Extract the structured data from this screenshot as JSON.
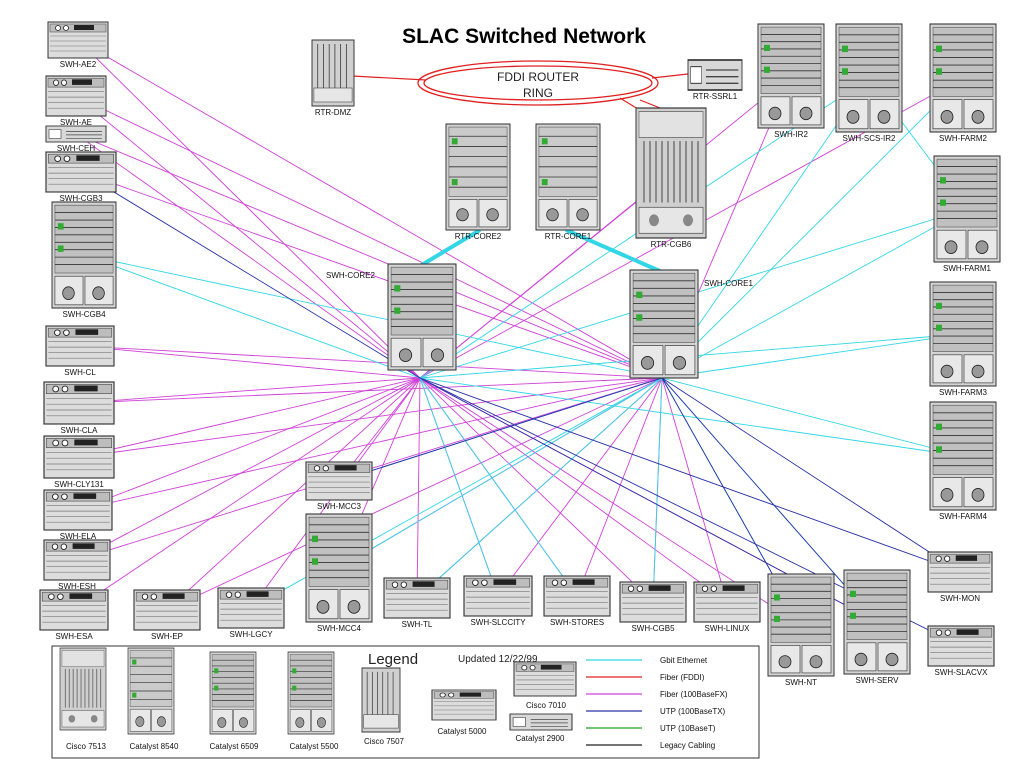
{
  "title": "SLAC Switched Network",
  "ring": {
    "line1": "FDDI ROUTER",
    "line2": "RING"
  },
  "colors": {
    "gbit": "#33d6e6",
    "fddi": "#e02020",
    "fiber_fx": "#d040d8",
    "utp_tx": "#2830a8",
    "utp_t": "#20a020",
    "legacy": "#222222"
  },
  "devices": [
    {
      "id": "swh-ae2",
      "label": "SWH-AE2",
      "kind": "cat5000"
    },
    {
      "id": "swh-ae",
      "label": "SWH-AE",
      "kind": "cat5000"
    },
    {
      "id": "swh-ceh",
      "label": "SWH-CEH",
      "kind": "cat2900"
    },
    {
      "id": "swh-cgb3",
      "label": "SWH-CGB3",
      "kind": "cat5000"
    },
    {
      "id": "swh-cgb4",
      "label": "SWH-CGB4",
      "kind": "cat6509"
    },
    {
      "id": "swh-cl",
      "label": "SWH-CL",
      "kind": "cat5000"
    },
    {
      "id": "swh-cla",
      "label": "SWH-CLA",
      "kind": "cat5000"
    },
    {
      "id": "swh-cly131",
      "label": "SWH-CLY131",
      "kind": "cat5000"
    },
    {
      "id": "swh-ela",
      "label": "SWH-ELA",
      "kind": "cat5000"
    },
    {
      "id": "swh-esh",
      "label": "SWH-ESH",
      "kind": "cat5000"
    },
    {
      "id": "swh-esa",
      "label": "SWH-ESA",
      "kind": "cat5000"
    },
    {
      "id": "swh-ep",
      "label": "SWH-EP",
      "kind": "cat5000"
    },
    {
      "id": "swh-lgcy",
      "label": "SWH-LGCY",
      "kind": "cat5000"
    },
    {
      "id": "swh-mcc3",
      "label": "SWH-MCC3",
      "kind": "cat5000"
    },
    {
      "id": "swh-mcc4",
      "label": "SWH-MCC4",
      "kind": "cat6509"
    },
    {
      "id": "swh-tl",
      "label": "SWH-TL",
      "kind": "cat5000"
    },
    {
      "id": "swh-slccity",
      "label": "SWH-SLCCITY",
      "kind": "cat5000"
    },
    {
      "id": "swh-stores",
      "label": "SWH-STORES",
      "kind": "cat5000"
    },
    {
      "id": "swh-cgb5",
      "label": "SWH-CGB5",
      "kind": "cat5000"
    },
    {
      "id": "swh-linux",
      "label": "SWH-LINUX",
      "kind": "cat5000"
    },
    {
      "id": "swh-nt",
      "label": "SWH-NT",
      "kind": "cat6509"
    },
    {
      "id": "swh-serv",
      "label": "SWH-SERV",
      "kind": "cat6509"
    },
    {
      "id": "swh-mon",
      "label": "SWH-MON",
      "kind": "cat5000"
    },
    {
      "id": "swh-slacvx",
      "label": "SWH-SLACVX",
      "kind": "cat5000"
    },
    {
      "id": "swh-farm4",
      "label": "SWH-FARM4",
      "kind": "cat6509"
    },
    {
      "id": "swh-farm3",
      "label": "SWH-FARM3",
      "kind": "cat6509"
    },
    {
      "id": "swh-farm1",
      "label": "SWH-FARM1",
      "kind": "cat6509"
    },
    {
      "id": "swh-farm2",
      "label": "SWH-FARM2",
      "kind": "cat6509"
    },
    {
      "id": "swh-scs-ir2",
      "label": "SWH-SCS-IR2",
      "kind": "cat6509"
    },
    {
      "id": "swh-ir2",
      "label": "SWH-IR2",
      "kind": "cat6509"
    },
    {
      "id": "rtr-ssrl1",
      "label": "RTR-SSRL1",
      "kind": "cat2900"
    },
    {
      "id": "rtr-dmz",
      "label": "RTR-DMZ",
      "kind": "c7507"
    },
    {
      "id": "rtr-core2",
      "label": "RTR-CORE2",
      "kind": "cat8540"
    },
    {
      "id": "rtr-core1",
      "label": "RTR-CORE1",
      "kind": "cat8540"
    },
    {
      "id": "rtr-cgb6",
      "label": "RTR-CGB6",
      "kind": "c7513"
    },
    {
      "id": "swh-core2",
      "label": "SWH-CORE2",
      "kind": "cat6509"
    },
    {
      "id": "swh-core1",
      "label": "SWH-CORE1",
      "kind": "cat6509"
    }
  ],
  "legend": {
    "title": "Legend",
    "updated": "Updated 12/22/99",
    "devices": [
      {
        "label": "Cisco 7513",
        "kind": "c7513"
      },
      {
        "label": "Catalyst 8540",
        "kind": "cat8540"
      },
      {
        "label": "Catalyst 6509",
        "kind": "cat6509"
      },
      {
        "label": "Catalyst 5500",
        "kind": "cat6509"
      },
      {
        "label": "Cisco 7507",
        "kind": "c7507"
      },
      {
        "label": "Catalyst 5000",
        "kind": "cat5000"
      },
      {
        "label": "Cisco 7010",
        "kind": "cat5000"
      },
      {
        "label": "Catalyst 2900",
        "kind": "cat2900"
      }
    ],
    "links": [
      {
        "label": "Gbit Ethernet",
        "color": "#33d6e6"
      },
      {
        "label": "Fiber (FDDI)",
        "color": "#e02020"
      },
      {
        "label": "Fiber (100BaseFX)",
        "color": "#d040d8"
      },
      {
        "label": "UTP (100BaseTX)",
        "color": "#2830a8"
      },
      {
        "label": "UTP (10BaseT)",
        "color": "#20a020"
      },
      {
        "label": "Legacy Cabling",
        "color": "#222222"
      }
    ]
  }
}
